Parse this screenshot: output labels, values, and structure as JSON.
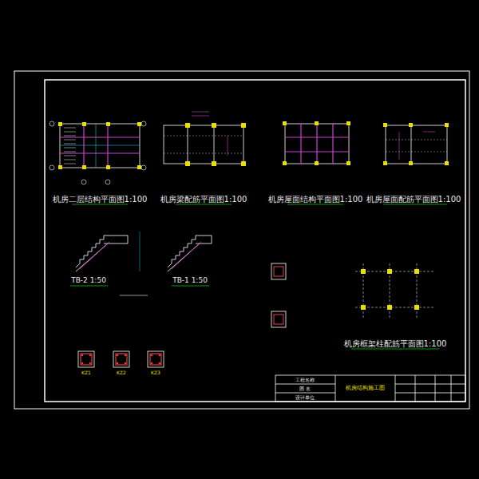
{
  "diagram": {
    "labels": [
      "机房二层结构平面图1:100",
      "机房梁配筋平面图1:100",
      "机房屋面结构平面图1:100",
      "机房屋面配筋平面图1:100",
      "TB-2 1:50",
      "TB-1 1:50",
      "机房框架柱配筋平面图1:100",
      "KZ1",
      "KZ2",
      "KZ3",
      "工程名称",
      "图 名",
      "设计单位",
      "机房结构施工图"
    ]
  }
}
